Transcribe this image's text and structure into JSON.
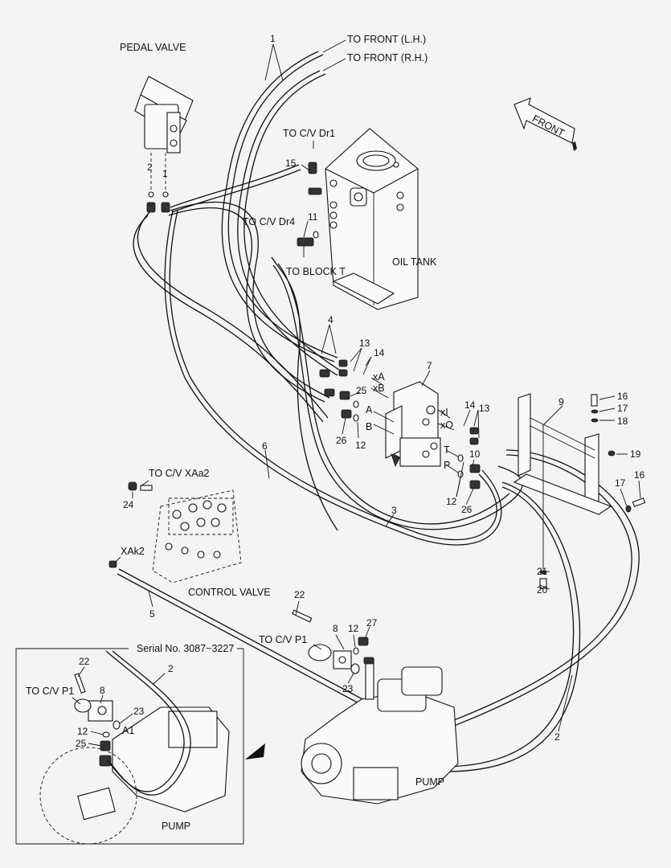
{
  "title": "Pedal valve hydraulic piping (exploded parts diagram)",
  "component_labels": {
    "pedal_valve": "PEDAL VALVE",
    "oil_tank": "OIL TANK",
    "control_valve": "CONTROL VALVE",
    "pump_main": "PUMP",
    "pump_inset": "PUMP",
    "front_arrow": "FRONT"
  },
  "destination_labels": {
    "to_front_lh": "TO FRONT (L.H.)",
    "to_front_rh": "TO FRONT (R.H.)",
    "to_cv_dr1": "TO C/V Dr1",
    "to_cv_dr4": "TO C/V Dr4",
    "to_block_t": "TO BLOCK T",
    "to_cv_xaa2": "TO C/V XAa2",
    "xak2": "XAk2",
    "to_cv_p1_main": "TO C/V P1",
    "to_cv_p1_inset": "TO C/V P1",
    "a1": "A1"
  },
  "port_labels": [
    "xA",
    "xB",
    "A",
    "B",
    "xI",
    "xO",
    "T",
    "P"
  ],
  "inset": {
    "title": "Serial No. 3087~3227",
    "callouts": [
      "22",
      "8",
      "23",
      "12",
      "25",
      "2"
    ]
  },
  "callouts": {
    "c1_top": "1",
    "c2_pedal": "2",
    "c1_pedal": "1",
    "c15": "15",
    "c11": "11",
    "c4": "4",
    "c13_left": "13",
    "c14_left": "14",
    "c25": "25",
    "c26_left": "26",
    "c12_left": "12",
    "c7": "7",
    "c14_right": "14",
    "c13_right": "13",
    "c10": "10",
    "c12_right": "12",
    "c26_right": "26",
    "c6": "6",
    "c3": "3",
    "c9": "9",
    "c16_top": "16",
    "c17_top": "17",
    "c18": "18",
    "c19": "19",
    "c16_right": "16",
    "c17_right": "17",
    "c21": "21",
    "c20": "20",
    "c24": "24",
    "c5": "5",
    "c22": "22",
    "c8": "8",
    "c12_pump": "12",
    "c27": "27",
    "c23": "23",
    "c2_pump": "2"
  }
}
